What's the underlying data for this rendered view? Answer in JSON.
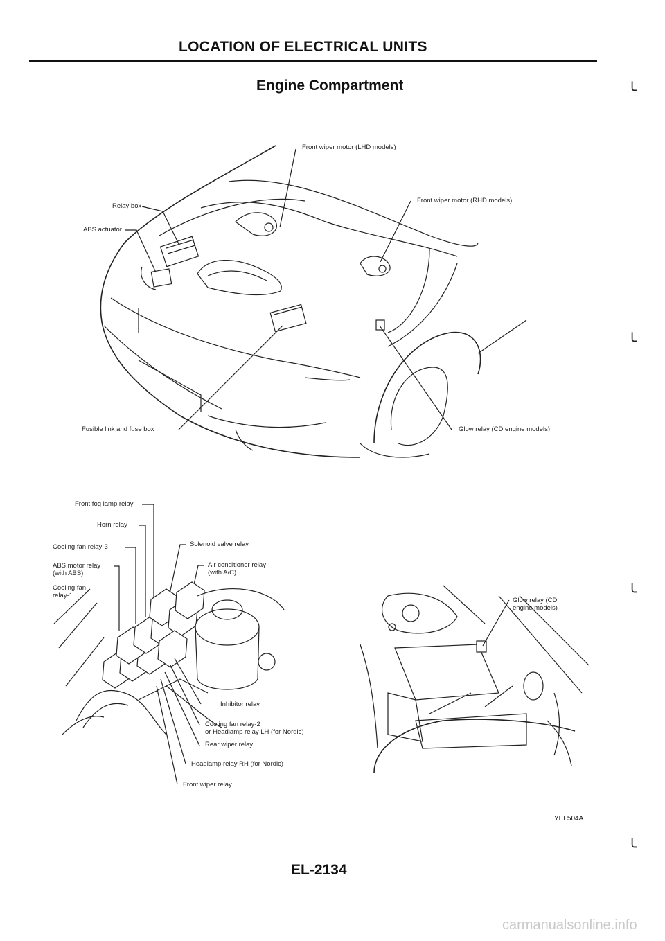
{
  "header": {
    "title": "LOCATION OF ELECTRICAL UNITS",
    "subtitle": "Engine Compartment"
  },
  "top_diagram": {
    "labels": {
      "front_wiper_lhd": "Front wiper motor (LHD models)",
      "front_wiper_rhd": "Front wiper motor (RHD models)",
      "relay_box": "Relay box",
      "abs_actuator": "ABS actuator",
      "fusible_link": "Fusible link and fuse box",
      "glow_relay": "Glow relay (CD engine models)"
    }
  },
  "bottom_left_diagram": {
    "labels": {
      "front_fog": "Front fog lamp relay",
      "horn": "Horn relay",
      "cooling_fan_3": "Cooling fan relay-3",
      "abs_motor": "ABS motor relay\n(with ABS)",
      "cooling_fan_1": "Cooling fan\nrelay-1",
      "solenoid": "Solenoid valve relay",
      "air_conditioner": "Air conditioner relay\n(with A/C)",
      "inhibitor": "Inhibitor relay",
      "cooling_fan_2": "Cooling fan relay-2\nor Headlamp relay LH (for Nordic)",
      "rear_wiper": "Rear wiper relay",
      "headlamp_rh": "Headlamp relay RH (for Nordic)",
      "front_wiper": "Front wiper relay"
    }
  },
  "bottom_right_diagram": {
    "labels": {
      "glow_relay": "Glow relay (CD\nengine models)"
    }
  },
  "footer": {
    "figure_code": "YEL504A",
    "page_number": "EL-2134",
    "watermark": "carmanualsonline.info"
  }
}
